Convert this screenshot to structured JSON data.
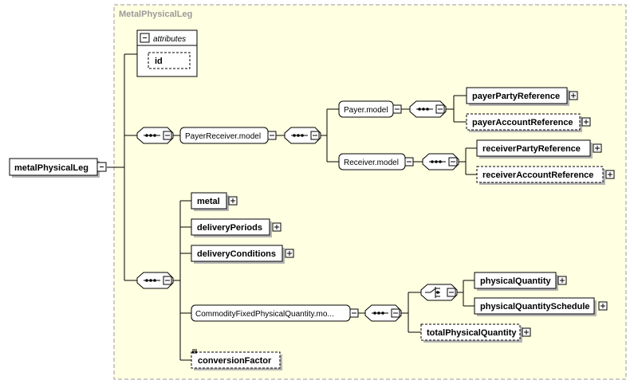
{
  "title": "MetalPhysicalLeg",
  "root": "metalPhysicalLeg",
  "attributes": {
    "label": "attributes",
    "items": [
      "id"
    ]
  },
  "groups": {
    "payer_receiver": "PayerReceiver.model",
    "payer": "Payer.model",
    "receiver": "Receiver.model",
    "commodity": "CommodityFixedPhysicalQuantity.mo..."
  },
  "elements": {
    "payer_party_reference": "payerPartyReference",
    "payer_account_reference": "payerAccountReference",
    "receiver_party_reference": "receiverPartyReference",
    "receiver_account_reference": "receiverAccountReference",
    "metal": "metal",
    "delivery_periods": "deliveryPeriods",
    "delivery_conditions": "deliveryConditions",
    "physical_quantity": "physicalQuantity",
    "physical_quantity_schedule": "physicalQuantitySchedule",
    "total_physical_quantity": "totalPhysicalQuantity",
    "conversion_factor": "conversionFactor"
  },
  "colors": {
    "panel_fill": "#ffffe1",
    "panel_border": "#999999",
    "node_fill": "#ffffff",
    "shadow": "#b5b5b5",
    "line": "#000000"
  }
}
